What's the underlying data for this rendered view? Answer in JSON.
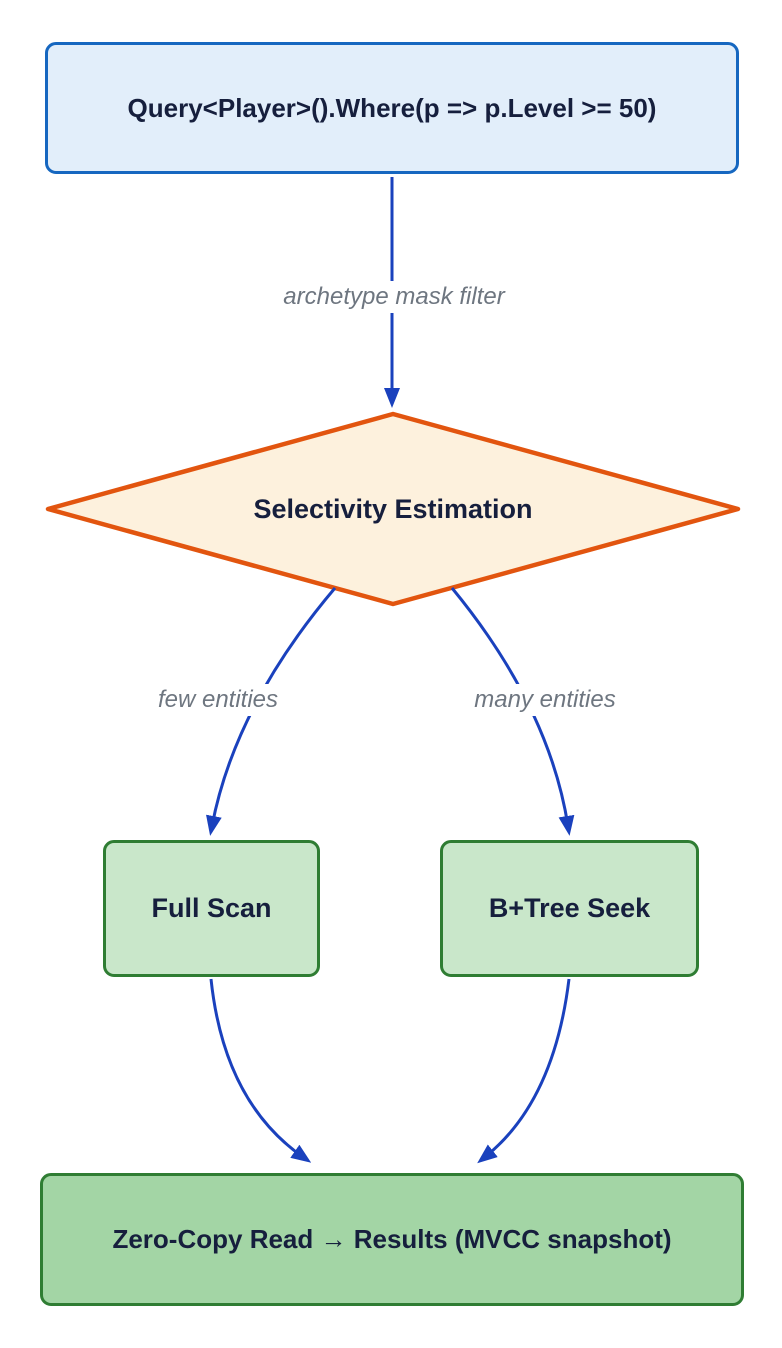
{
  "colors": {
    "arrow": "#1a41bd",
    "query_fill": "#e2eefa",
    "query_border": "#1667c0",
    "diamond_fill": "#fdf1dd",
    "diamond_border": "#e2550f",
    "branch_fill": "#c9e7ca",
    "branch_border": "#2f7d33",
    "results_fill": "#a3d5a5",
    "results_border": "#2f7d33",
    "node_text": "#161f3d",
    "edge_label_text": "#6e7680"
  },
  "nodes": {
    "query": {
      "label": "Query<Player>().Where(p => p.Level >= 50)"
    },
    "selectivity": {
      "label": "Selectivity Estimation"
    },
    "full_scan": {
      "label": "Full Scan"
    },
    "btree_seek": {
      "label": "B+Tree Seek"
    },
    "results": {
      "label": "Zero-Copy Read → Results (MVCC snapshot)"
    }
  },
  "edge_labels": {
    "mask_filter": "archetype mask filter",
    "few": "few entities",
    "many": "many entities"
  }
}
